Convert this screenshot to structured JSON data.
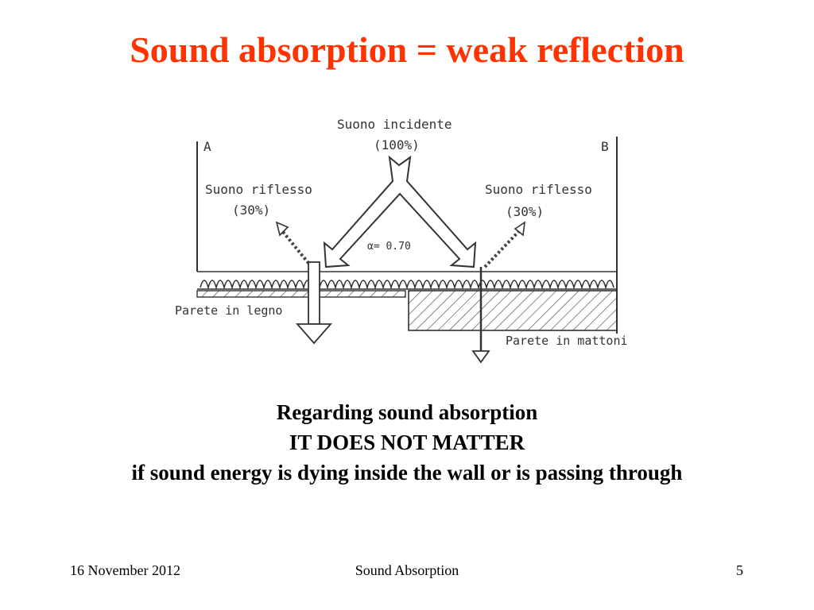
{
  "slide": {
    "title": "Sound absorption = weak reflection",
    "caption": [
      "Regarding sound absorption",
      "IT DOES NOT MATTER",
      "if sound energy is dying inside the wall or is passing through"
    ]
  },
  "diagram": {
    "incident_label": "Suono incidente",
    "incident_pct": "(100%)",
    "reflected_left_label": "Suono riflesso",
    "reflected_left_pct": "(30%)",
    "reflected_right_label": "Suono riflesso",
    "reflected_right_pct": "(30%)",
    "alpha": "α= 0.70",
    "point_a": "A",
    "point_b": "B",
    "wall_wood": "Parete in legno",
    "wall_brick": "Parete in mattoni"
  },
  "footer": {
    "date": "16 November 2012",
    "title": "Sound Absorption",
    "page": "5"
  },
  "colors": {
    "title": "#ff3300"
  }
}
